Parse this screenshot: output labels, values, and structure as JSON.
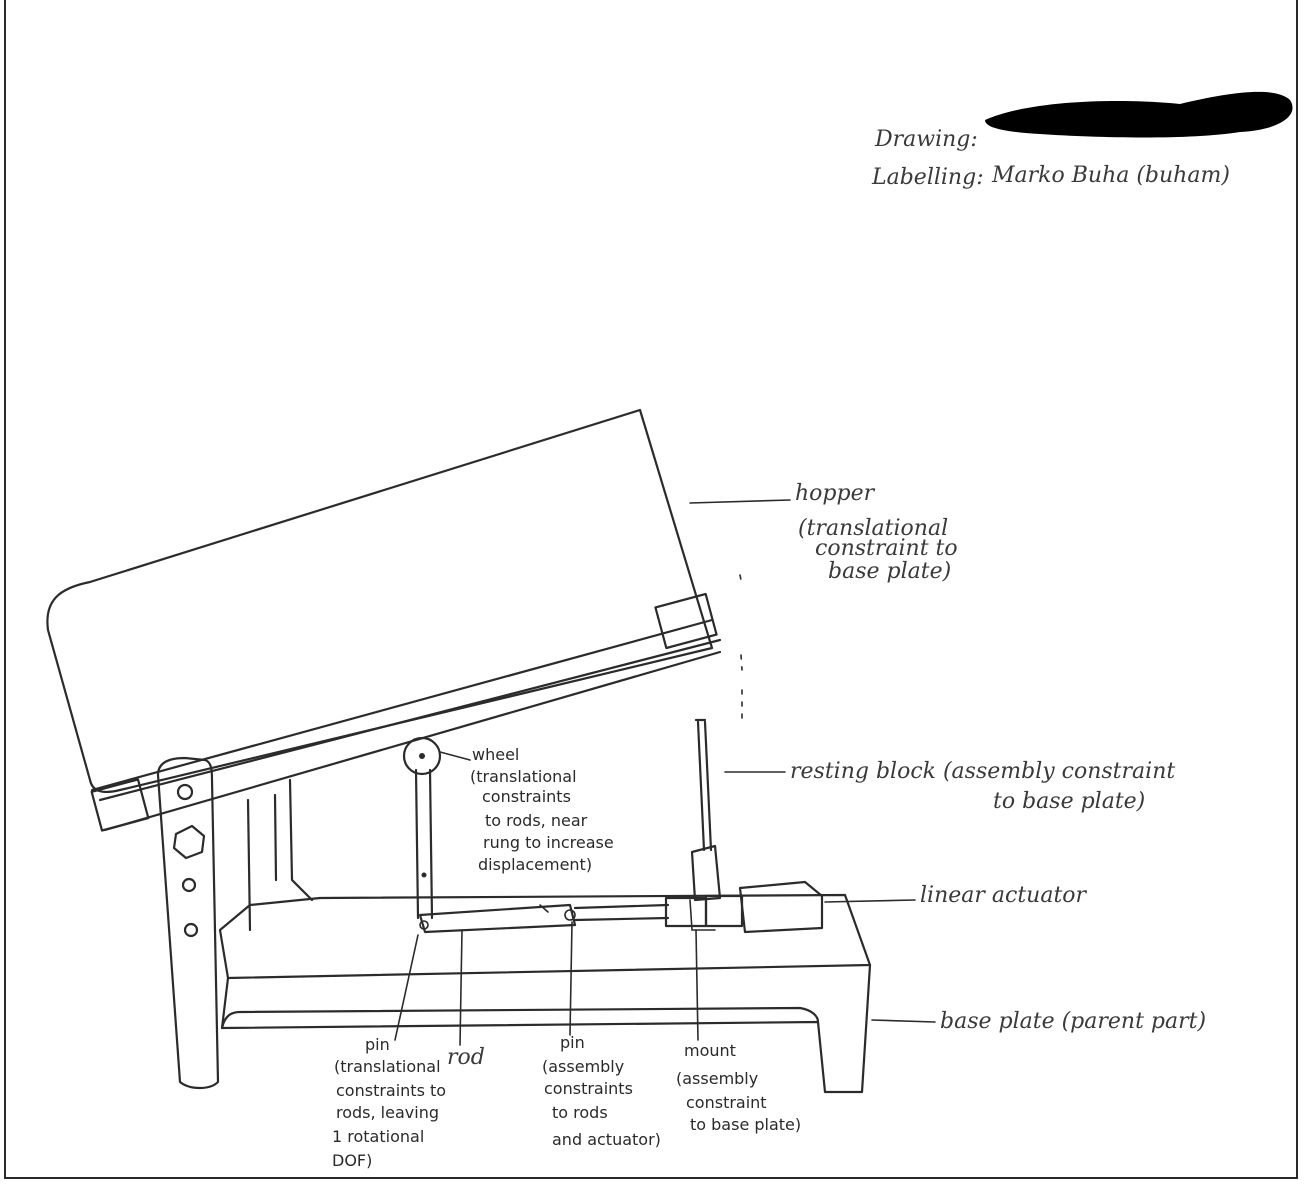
{
  "header": {
    "drawing_label": "Drawing:",
    "labelling_label": "Labelling:",
    "labelling_value": "Marko Buha (buham)"
  },
  "labels": {
    "hopper": [
      "hopper",
      "(translational",
      "constraint to",
      "base plate)"
    ],
    "wheel": [
      "wheel",
      "(translational",
      "constraints",
      "to rods, near",
      "rung to increase",
      "displacement)"
    ],
    "resting_block": [
      "resting block (assembly constraint",
      "to base plate)"
    ],
    "linear_actuator": [
      "linear actuator"
    ],
    "base_plate": [
      "base plate (parent part)"
    ],
    "pin_left": [
      "pin",
      "(translational",
      "constraints to",
      "rods, leaving",
      "1 rotational",
      "DOF)"
    ],
    "rod": [
      "rod"
    ],
    "pin_mid": [
      "pin",
      "(assembly",
      "constraints",
      "to rods",
      "and actuator)"
    ],
    "mount": [
      "mount",
      "(assembly",
      "constraint",
      "to base plate)"
    ]
  },
  "colors": {
    "ink": "#2b2b2b",
    "redaction": "#000000"
  }
}
